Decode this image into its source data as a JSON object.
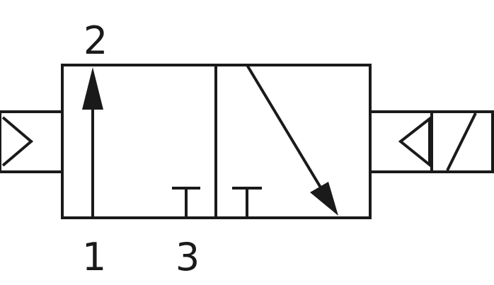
{
  "ports": {
    "port_2": "2",
    "port_1": "1",
    "port_3": "3"
  },
  "colors": {
    "stroke": "#1a1a1a",
    "background": "#ffffff"
  }
}
